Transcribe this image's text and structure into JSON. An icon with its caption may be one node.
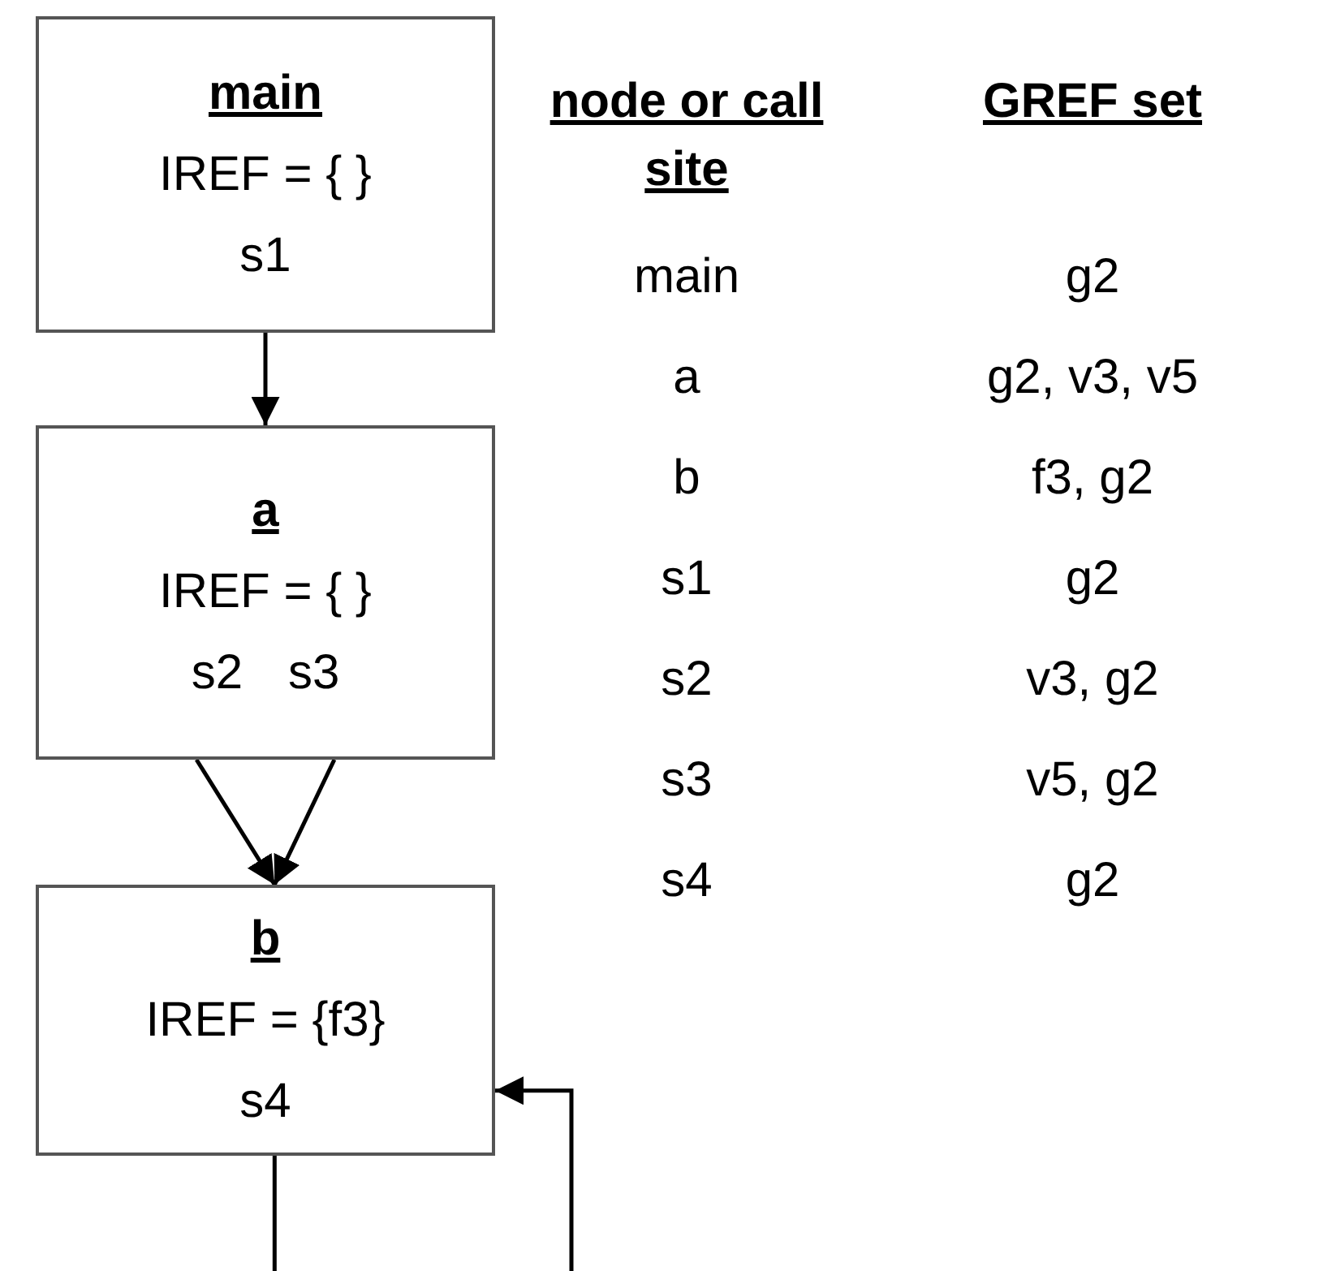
{
  "diagram": {
    "nodes": [
      {
        "text": [
          "main",
          "IREF = { }",
          "s1"
        ]
      },
      {
        "text": [
          "a",
          "IREF = { }",
          "s2",
          "s3"
        ]
      },
      {
        "text": [
          "b",
          "IREF = {f3}",
          "s4"
        ]
      }
    ],
    "edges": [
      {
        "from": 0,
        "to": 1,
        "arrow": "to"
      },
      {
        "from": 1,
        "to": 2,
        "arrow": "to"
      },
      {
        "from": 1,
        "to": 2,
        "arrow": "to"
      },
      {
        "from": 2,
        "to": 2,
        "arrow": "to"
      }
    ],
    "labels": [
      "node or call site",
      "GREF set",
      "main",
      "g2",
      "a",
      "g2, v3, v5",
      "b",
      "f3, g2",
      "s1",
      "g2",
      "s2",
      "v3, g2",
      "s3",
      "v5, g2",
      "s4",
      "g2"
    ]
  }
}
